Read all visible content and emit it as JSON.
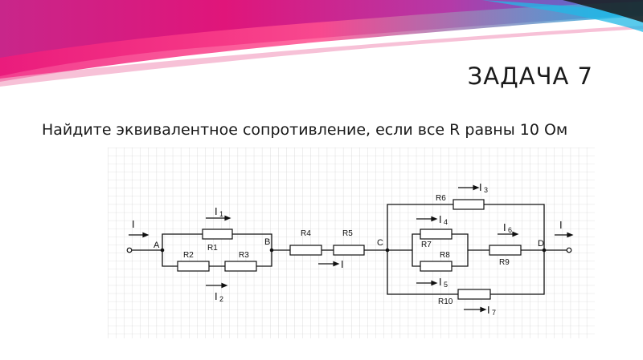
{
  "slide": {
    "title": "ЗАДАЧА 7",
    "task_text": "Найдите эквивалентное сопротивление, если все R равны 10 Ом"
  },
  "circuit": {
    "nodes": [
      "A",
      "B",
      "C",
      "D"
    ],
    "resistors": [
      "R1",
      "R2",
      "R3",
      "R4",
      "R5",
      "R6",
      "R7",
      "R8",
      "R9",
      "R10"
    ],
    "currents": {
      "main": "I",
      "i1": "1",
      "i2": "2",
      "i3": "3",
      "i4": "4",
      "i5": "5",
      "i6": "6",
      "i7": "7"
    }
  },
  "colors": {
    "grid": "#c8c8c8",
    "wire": "#111111",
    "banner_magenta": "#e0157a",
    "banner_cyan": "#22b8e6"
  }
}
